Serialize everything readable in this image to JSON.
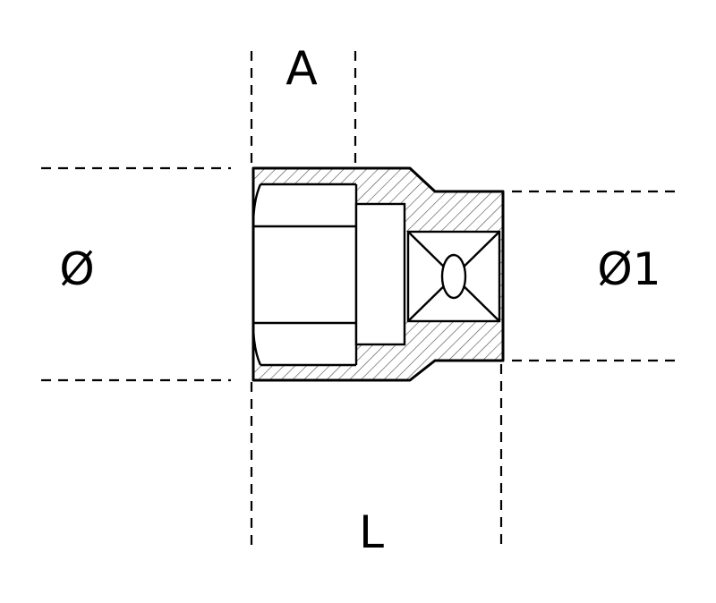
{
  "diagram": {
    "labels": {
      "top": "A",
      "left": "Ø",
      "right": "Ø1",
      "bottom": "L"
    },
    "colors": {
      "line": "#000000",
      "hatch": "#4a4a4a",
      "background": "#ffffff"
    }
  }
}
